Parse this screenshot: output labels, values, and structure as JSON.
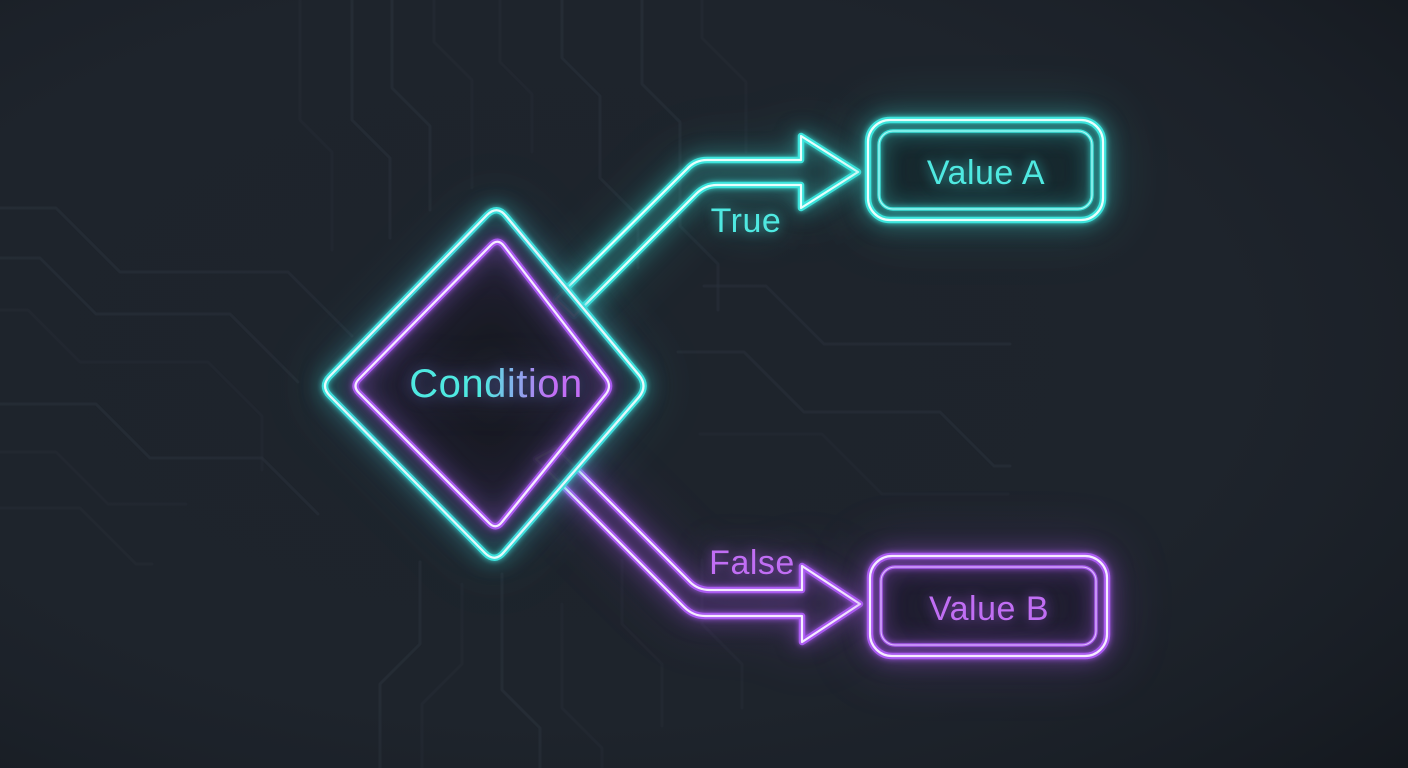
{
  "diagram": {
    "kind": "neon-flowchart",
    "condition": {
      "label": "Condition",
      "shape": "diamond"
    },
    "branch_true": {
      "label": "True"
    },
    "branch_false": {
      "label": "False"
    },
    "value_a": {
      "label": "Value A",
      "shape": "rounded-rect"
    },
    "value_b": {
      "label": "Value B",
      "shape": "rounded-rect"
    },
    "colors": {
      "background": "#1e242c",
      "trace": "#2c333e",
      "cyan": "#3ce4dc",
      "cyan_core": "#e9fffd",
      "purple": "#aa5bf0",
      "purple_core": "#f5ecff",
      "text_cyan": "#4fe9e1",
      "text_purple": "#c16ef4",
      "box_fill": "#151a21",
      "diamond_fill": "#171a21"
    }
  }
}
